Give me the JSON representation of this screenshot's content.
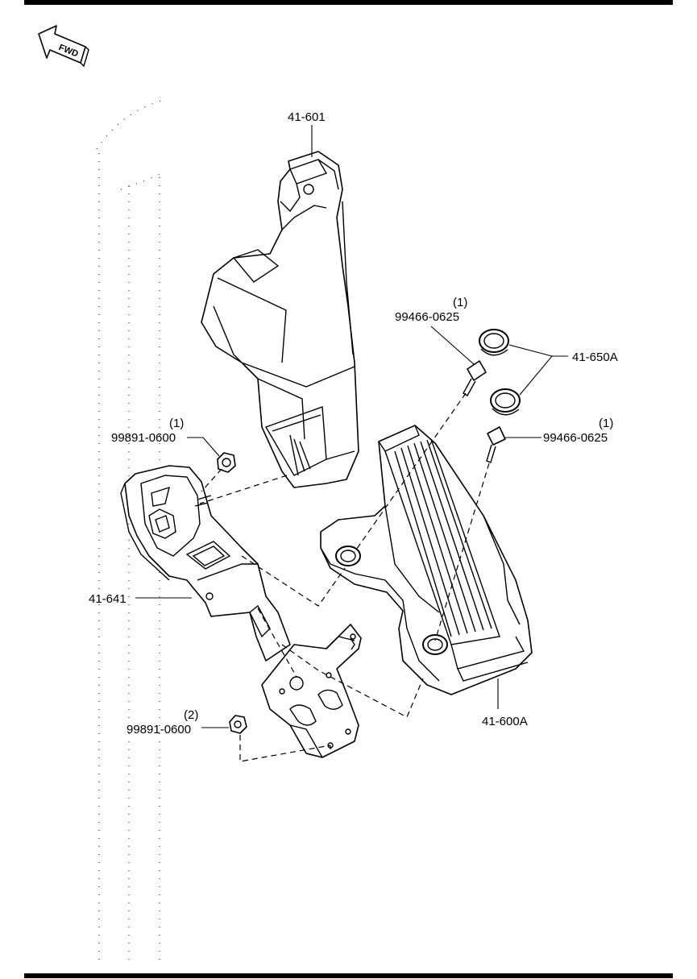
{
  "fwd_arrow": {
    "label": "FWD"
  },
  "parts": {
    "p41_601": {
      "number": "41-601"
    },
    "p41_650A": {
      "number": "41-650A"
    },
    "bolt_upper": {
      "qty": "(1)",
      "number": "99466-0625"
    },
    "bolt_right": {
      "qty": "(1)",
      "number": "99466-0625"
    },
    "nut_upper": {
      "qty": "(1)",
      "number": "99891-0600"
    },
    "nut_lower": {
      "qty": "(2)",
      "number": "99891-0600"
    },
    "p41_641": {
      "number": "41-641"
    },
    "p41_600A": {
      "number": "41-600A"
    }
  },
  "colors": {
    "line": "#000000",
    "background": "#ffffff"
  }
}
